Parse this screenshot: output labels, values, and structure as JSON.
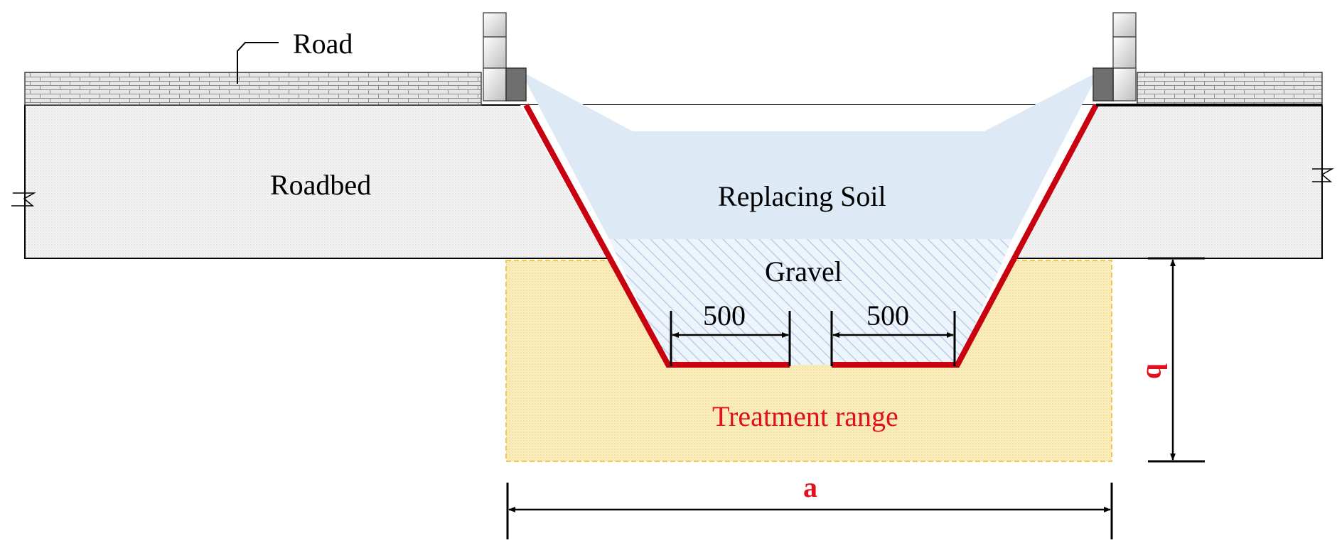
{
  "labels": {
    "road": "Road",
    "roadbed": "Roadbed",
    "replacing_soil": "Replacing Soil",
    "gravel": "Gravel",
    "treatment_range": "Treatment range",
    "dim_left": "500",
    "dim_right": "500",
    "dim_a": "a",
    "dim_b": "b"
  },
  "colors": {
    "geomembrane_red": "#c8000f",
    "label_red": "#e0101e",
    "soil_blue": "#dde9f5",
    "treatment_yellow": "#f7e7a8",
    "treatment_border": "#f0c850",
    "roadbed_grey": "#f2f2f2",
    "pavement_grey": "#e3e3e3"
  }
}
